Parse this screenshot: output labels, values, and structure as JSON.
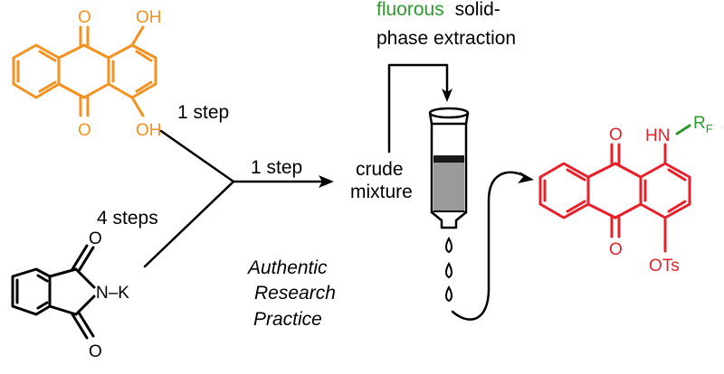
{
  "colors": {
    "starting_material": "#f39220",
    "product": "#e8202a",
    "fluorous": "#2e9a2e",
    "ink": "#000000",
    "cartridge_fill": "#9a9a9a"
  },
  "top_reagent": {
    "oh_top": "OH",
    "oh_bottom": "OH",
    "o_top": "O",
    "o_bottom": "O"
  },
  "bottom_reagent": {
    "o_top": "O",
    "o_bottom": "O",
    "n_k": "N–K"
  },
  "arrows": {
    "label_top_branch": "1 step",
    "label_bottom_branch": "4 steps",
    "label_main": "1 step"
  },
  "crude": {
    "line1": "crude",
    "line2": "mixture"
  },
  "extraction": {
    "fluorous_word": "fluorous",
    "rest_line1": "solid-",
    "line2": "phase extraction"
  },
  "caption": {
    "line1": "Authentic",
    "line2": "Research",
    "line3": "Practice"
  },
  "product": {
    "hn": "HN",
    "r": "R",
    "r_sub": "F",
    "o_top": "O",
    "o_bottom": "O",
    "ots": "OTs"
  }
}
